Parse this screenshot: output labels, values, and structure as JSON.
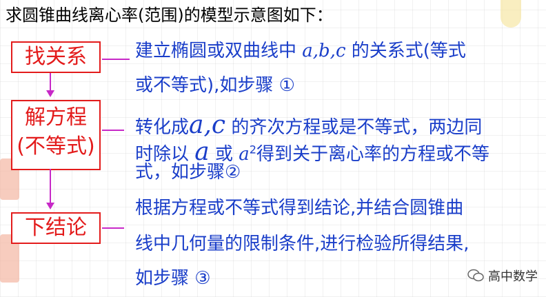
{
  "title": "求圆锥曲线离心率(范围)的模型示意图如下：",
  "steps": [
    {
      "box": "找关系",
      "desc": [
        "建立椭圆或双曲线中 ",
        "a,b,c",
        " 的关系式(等式",
        "或不等式),如步骤 ①"
      ]
    },
    {
      "box_line1": "解方程",
      "box_line2": "(不等式)",
      "desc_line1a": "转化成",
      "desc_line1m": "a,c",
      "desc_line1b": " 的齐次方程或是不等式，两边同",
      "desc_line2a": "时除以 ",
      "desc_line2m1": "a",
      "desc_line2b": " 或 ",
      "desc_line2m2": "a",
      "desc_line2sup": "2",
      "desc_line2c": "得到关于离心率的方程或不等",
      "desc_line3": "式，如步骤②"
    },
    {
      "box": "下结论",
      "desc": [
        "根据方程或不等式得到结论,并结合圆锥曲",
        "线中几何量的限制条件,进行检验所得结果,",
        "如步骤 ③"
      ]
    }
  ],
  "watermark": "高中数学",
  "colors": {
    "box": "#e31b1b",
    "arrow": "#c728c7",
    "text": "#1a3ec9"
  }
}
